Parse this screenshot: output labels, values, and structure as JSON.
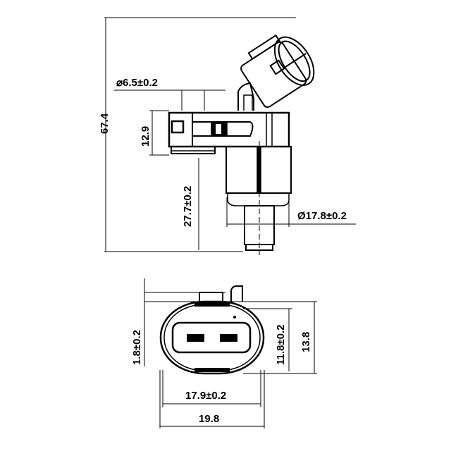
{
  "drawing": {
    "side_view": {
      "dimensions": {
        "overall_height": "67.4",
        "shaft_diameter": "⌀6.5±0.2",
        "connector_height": "12.9",
        "mount_to_tip": "27.7±0.2",
        "body_diameter": "Ø17.8±0.2"
      }
    },
    "connector_face_view": {
      "dimensions": {
        "key_height": "1.8±0.2",
        "inner_height": "11.8±0.2",
        "outer_height": "13.8",
        "inner_width": "17.9±0.2",
        "outer_width": "19.8"
      },
      "pin_count": 2
    },
    "line_color": "#000000",
    "background": "#ffffff"
  }
}
